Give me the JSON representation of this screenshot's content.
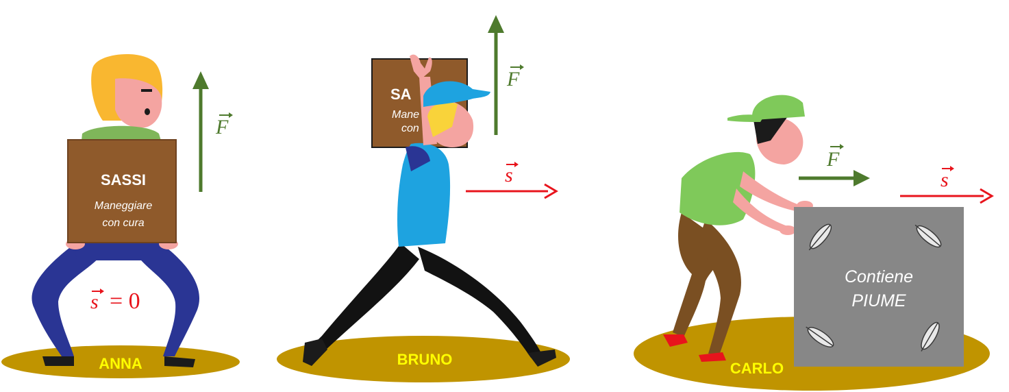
{
  "scenes": [
    {
      "name": "ANNA",
      "box_title": "SASSI",
      "box_line1": "Maneggiare",
      "box_line2": "con cura",
      "force_label": "F",
      "displacement_label": "s",
      "displacement_eq": "= 0"
    },
    {
      "name": "BRUNO",
      "box_title": "SA",
      "box_line1": "Mane",
      "box_line2": "con",
      "force_label": "F",
      "displacement_label": "s"
    },
    {
      "name": "CARLO",
      "box_line1": "Contiene",
      "box_line2": "PIUME",
      "force_label": "F",
      "displacement_label": "s"
    }
  ],
  "colors": {
    "force_arrow": "#4e7a2d",
    "displacement_arrow": "#e8141c",
    "ground": "#c09400",
    "name_text": "#ffff00",
    "box_brown": "#8f5a2b",
    "box_gray": "#878787"
  }
}
